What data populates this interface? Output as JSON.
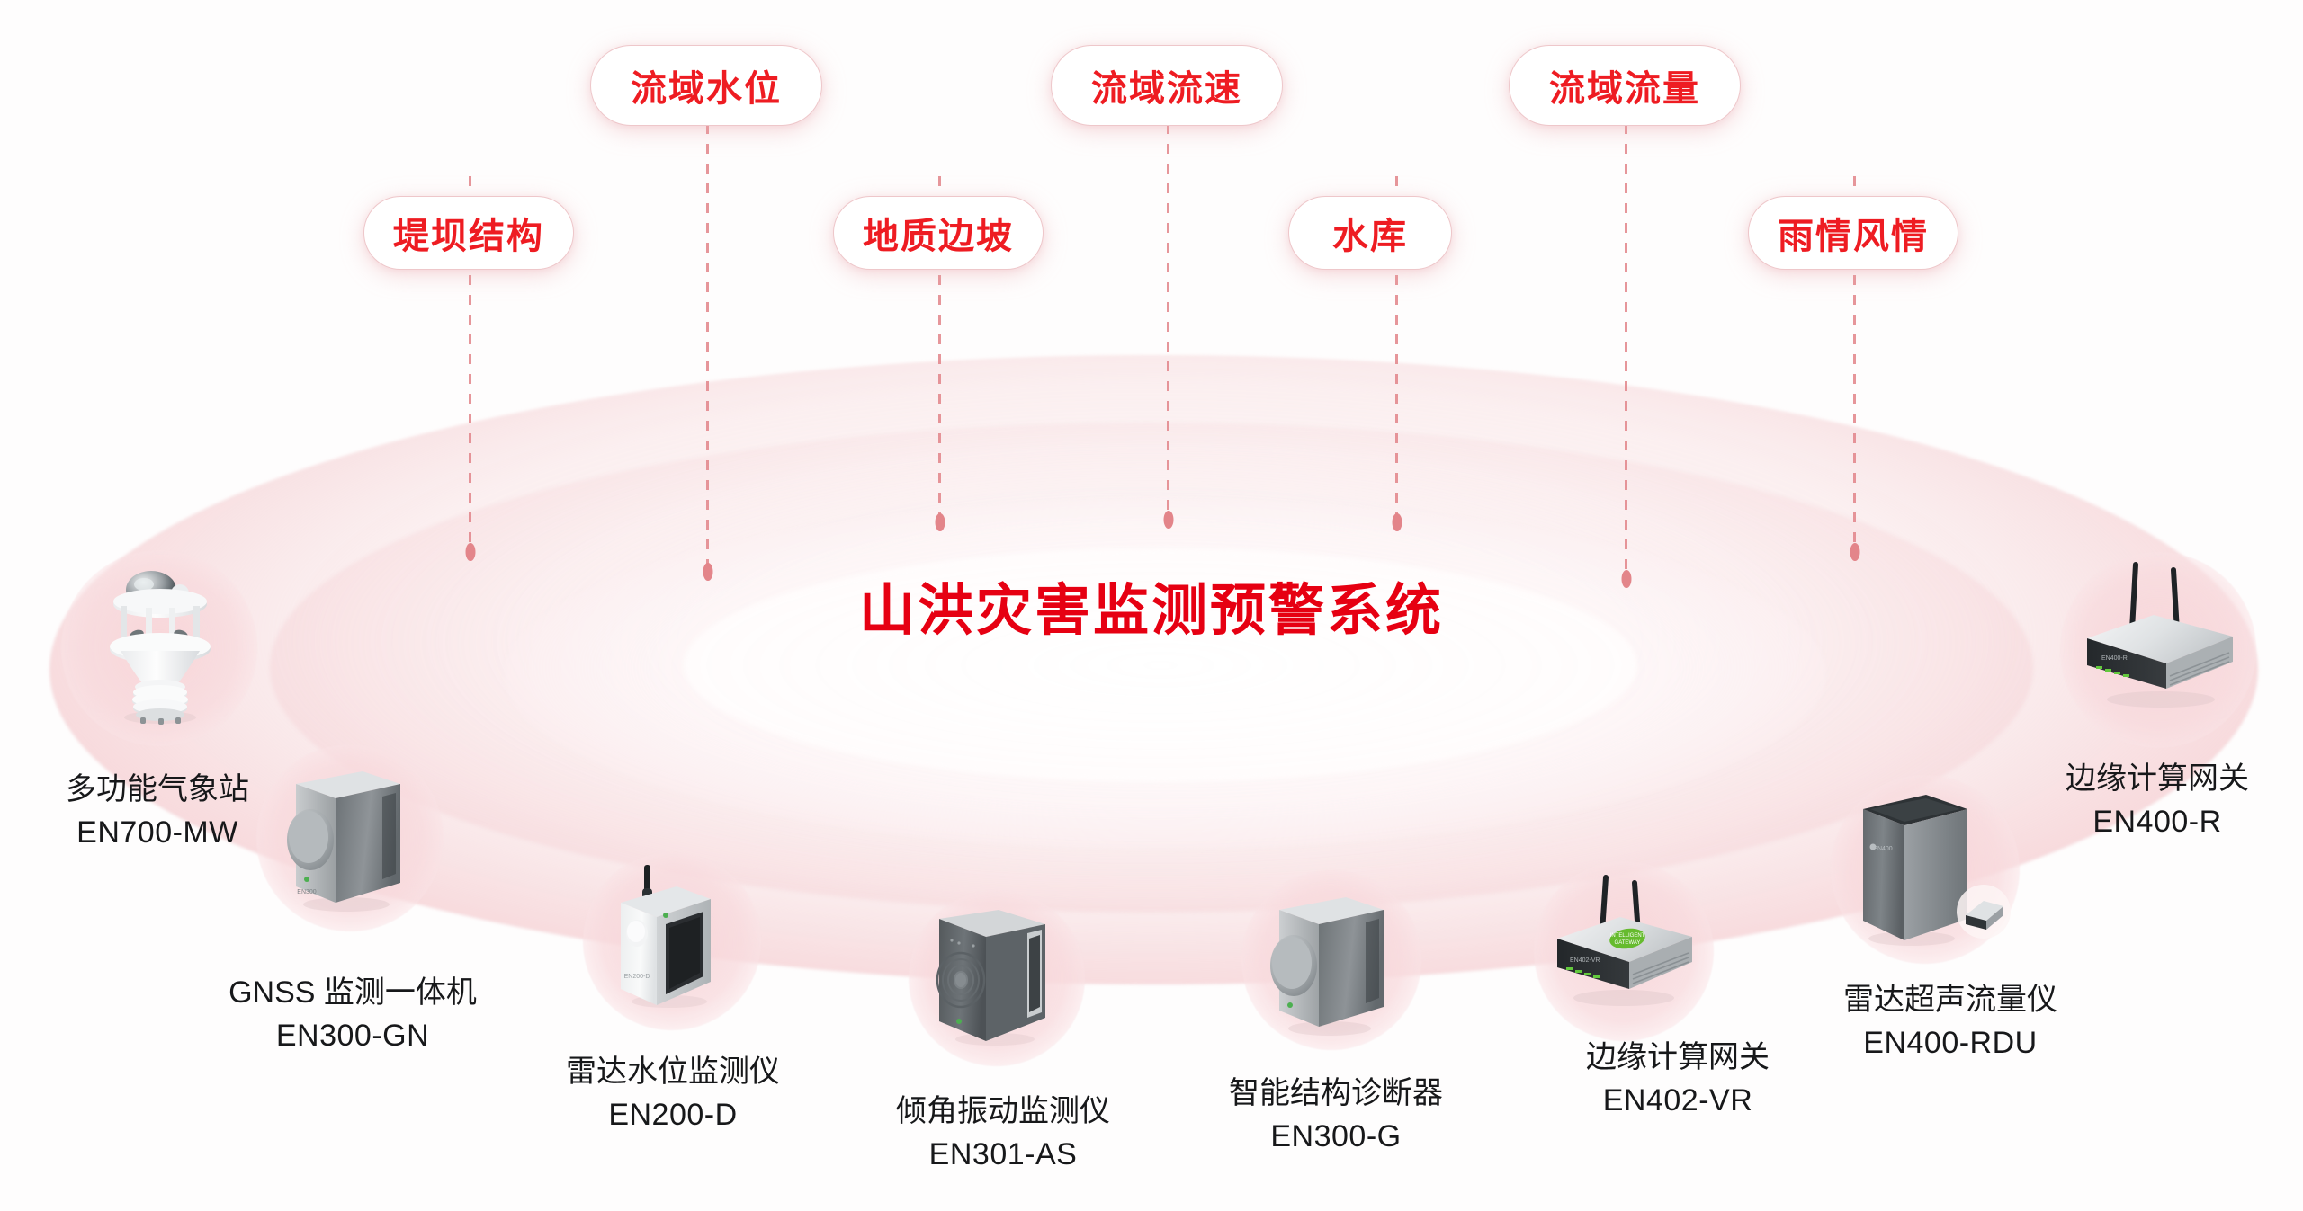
{
  "center": {
    "title": "山洪灾害监测预警系统",
    "title_color": "#e60012"
  },
  "theme": {
    "accent_red": "#e60012",
    "pill_red": "#ee1c22",
    "ring_pink": "#f5ced2",
    "connector_pink": "#e3858a",
    "background": "#ffffff"
  },
  "category_pills": [
    {
      "id": "dam-structure",
      "label": "堤坝结构",
      "row": "lower"
    },
    {
      "id": "basin-water-level",
      "label": "流域水位",
      "row": "upper"
    },
    {
      "id": "geological-slope",
      "label": "地质边坡",
      "row": "lower"
    },
    {
      "id": "basin-flow-speed",
      "label": "流域流速",
      "row": "upper"
    },
    {
      "id": "reservoir",
      "label": "水库",
      "row": "lower"
    },
    {
      "id": "basin-flow-rate",
      "label": "流域流量",
      "row": "upper"
    },
    {
      "id": "rain-wind",
      "label": "雨情风情",
      "row": "lower"
    }
  ],
  "devices": [
    {
      "id": "en700-mw",
      "name": "多功能气象站",
      "model": "EN700-MW",
      "icon": "weather-station-icon"
    },
    {
      "id": "en300-gn",
      "name": "GNSS 监测一体机",
      "model": "EN300-GN",
      "icon": "gnss-monitor-icon"
    },
    {
      "id": "en200-d",
      "name": "雷达水位监测仪",
      "model": "EN200-D",
      "icon": "radar-water-level-icon"
    },
    {
      "id": "en301-as",
      "name": "倾角振动监测仪",
      "model": "EN301-AS",
      "icon": "tilt-vibration-icon"
    },
    {
      "id": "en300-g",
      "name": "智能结构诊断器",
      "model": "EN300-G",
      "icon": "structure-diagnostic-icon"
    },
    {
      "id": "en402-vr",
      "name": "边缘计算网关",
      "model": "EN402-VR",
      "icon": "edge-gateway-icon"
    },
    {
      "id": "en400-rdu",
      "name": "雷达超声流量仪",
      "model": "EN400-RDU",
      "icon": "radar-ultrasonic-flow-icon"
    },
    {
      "id": "en400-r",
      "name": "边缘计算网关",
      "model": "EN400-R",
      "icon": "edge-gateway-icon"
    }
  ]
}
